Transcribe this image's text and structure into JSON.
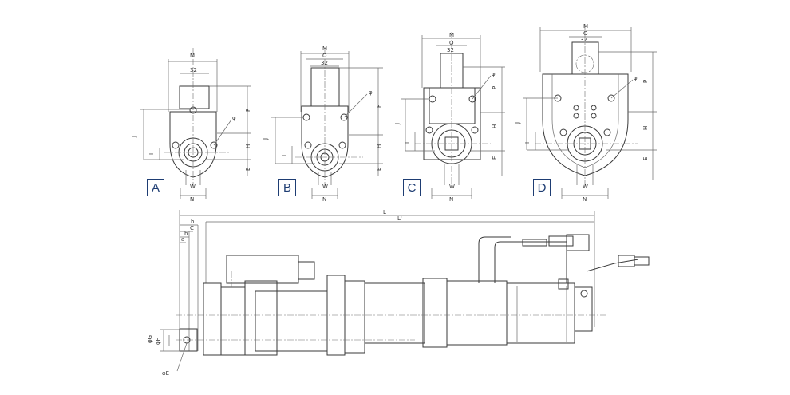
{
  "variants": [
    {
      "letter": "A"
    },
    {
      "letter": "B"
    },
    {
      "letter": "C"
    },
    {
      "letter": "D"
    }
  ],
  "dimension_labels": {
    "M": "M",
    "O": "O",
    "W32": "32",
    "P": "P",
    "H": "H",
    "E": "E",
    "J": "J",
    "I": "I",
    "N": "N",
    "W": "W",
    "phi": "φ",
    "L": "L",
    "L_prime": "L'",
    "h": "h",
    "C": "C",
    "b": "b",
    "a": "a",
    "phiG": "φG",
    "phiF": "φF",
    "phiE": "φE"
  }
}
